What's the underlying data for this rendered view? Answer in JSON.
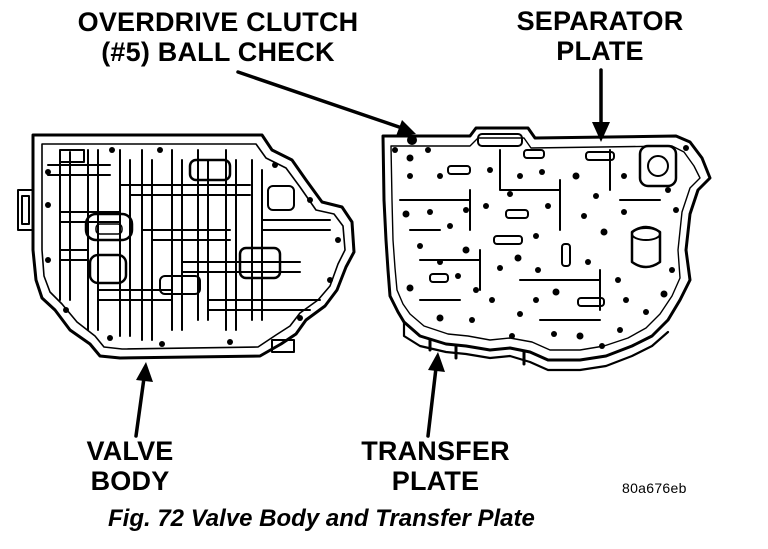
{
  "labels": {
    "overdrive_clutch": {
      "line1": "OVERDRIVE CLUTCH",
      "line2": "(#5) BALL CHECK"
    },
    "separator_plate": {
      "line1": "SEPARATOR",
      "line2": "PLATE"
    },
    "valve_body": {
      "line1": "VALVE",
      "line2": "BODY"
    },
    "transfer_plate": {
      "line1": "TRANSFER",
      "line2": "PLATE"
    }
  },
  "figure_code": "80a676eb",
  "caption": "Fig. 72 Valve Body and Transfer Plate",
  "colors": {
    "ink": "#000000",
    "paper": "#ffffff"
  }
}
